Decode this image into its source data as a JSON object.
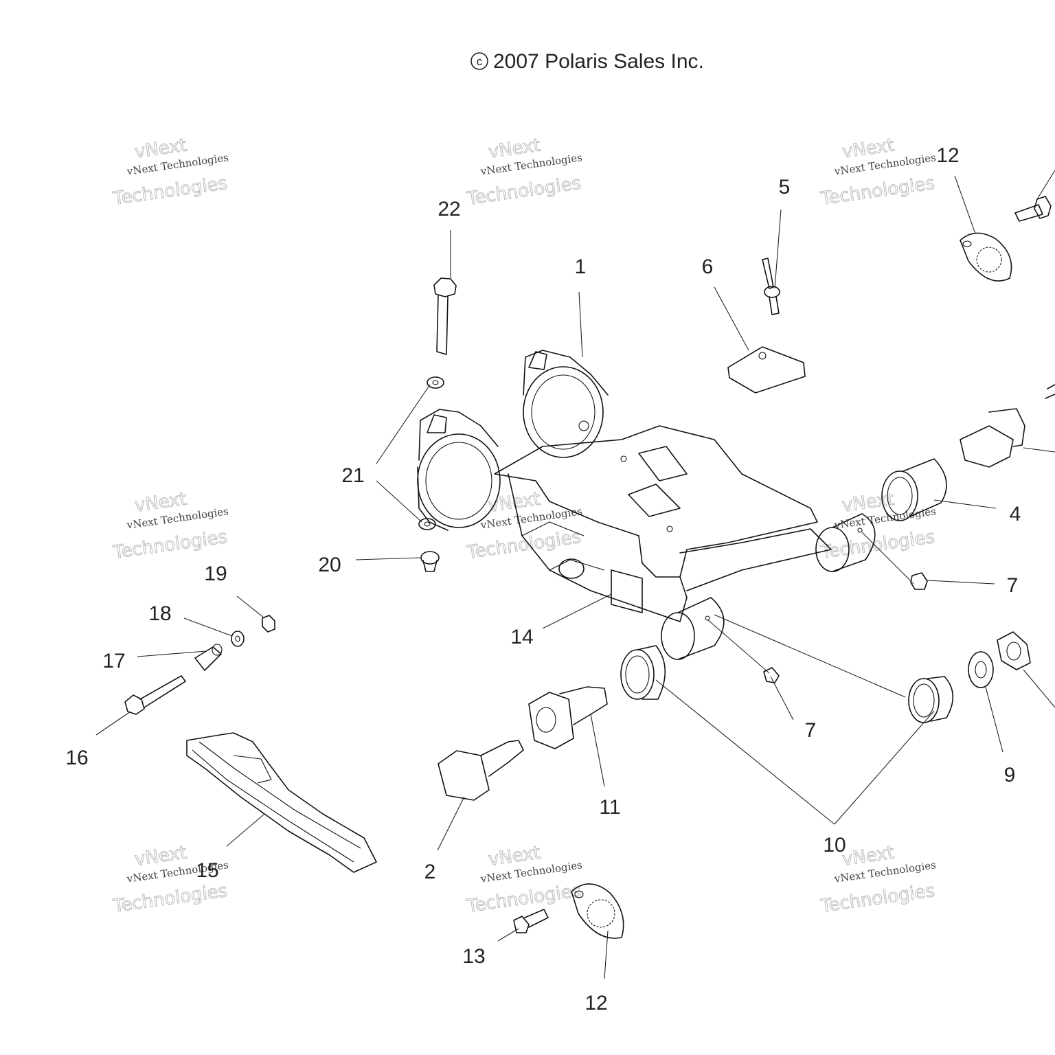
{
  "copyright": "2007 Polaris Sales Inc.",
  "copyright_symbol": "c",
  "watermark": {
    "line1": "vNext Technologies",
    "line2": "Technologies",
    "line3": "vNext"
  },
  "callouts": {
    "c1": "1",
    "c2": "2",
    "c4": "4",
    "c5": "5",
    "c6": "6",
    "c7a": "7",
    "c7b": "7",
    "c9": "9",
    "c10": "10",
    "c11": "11",
    "c12a": "12",
    "c12b": "12",
    "c13": "13",
    "c14": "14",
    "c15": "15",
    "c16": "16",
    "c17": "17",
    "c18": "18",
    "c19": "19",
    "c20": "20",
    "c21": "21",
    "c22": "22"
  }
}
